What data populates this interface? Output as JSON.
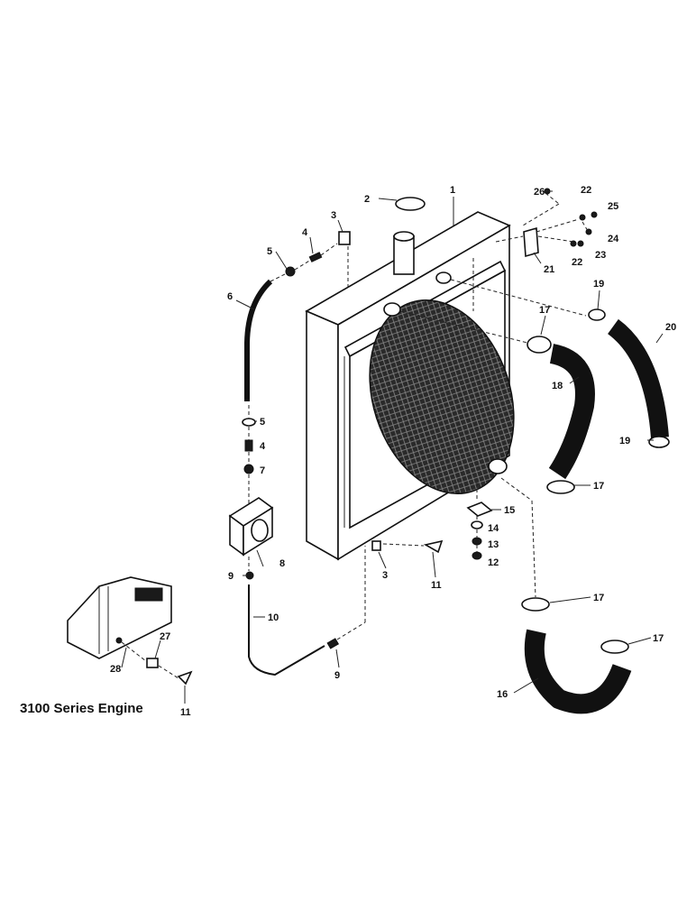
{
  "caption": "3100 Series Engine",
  "callouts": [
    "1",
    "2",
    "3",
    "4",
    "5",
    "6",
    "5",
    "4",
    "7",
    "8",
    "9",
    "10",
    "9",
    "3",
    "11",
    "15",
    "14",
    "13",
    "12",
    "17",
    "18",
    "19",
    "20",
    "19",
    "17",
    "17",
    "16",
    "17",
    "21",
    "22",
    "22",
    "23",
    "24",
    "25",
    "26",
    "27",
    "28",
    "11"
  ]
}
